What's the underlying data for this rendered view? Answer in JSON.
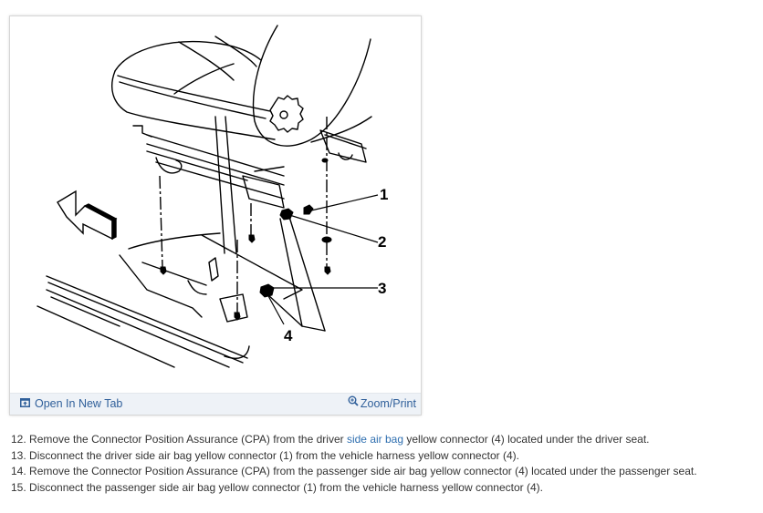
{
  "figure": {
    "callouts": [
      "1",
      "2",
      "3",
      "4"
    ],
    "actions": {
      "open_new_tab": {
        "label": "Open In New Tab",
        "icon": "open-new-tab-icon"
      },
      "zoom_print": {
        "label": "Zoom/Print",
        "icon": "zoom-in-icon"
      }
    }
  },
  "steps": [
    {
      "number": "12.",
      "before": "Remove the Connector Position Assurance (CPA) from the driver ",
      "link": "side air bag",
      "after": " yellow connector (4) located under the driver seat."
    },
    {
      "number": "13.",
      "text": "Disconnect the driver side air bag yellow connector (1) from the vehicle harness yellow connector (4)."
    },
    {
      "number": "14.",
      "text": "Remove the Connector Position Assurance (CPA) from the passenger side air bag yellow connector (4) located under the passenger seat."
    },
    {
      "number": "15.",
      "text": "Disconnect the passenger side air bag yellow connector (1) from the vehicle harness yellow connector (4)."
    }
  ],
  "colors": {
    "link": "#2f6fb0",
    "bar_bg": "#eef2f7",
    "text": "#333333"
  }
}
